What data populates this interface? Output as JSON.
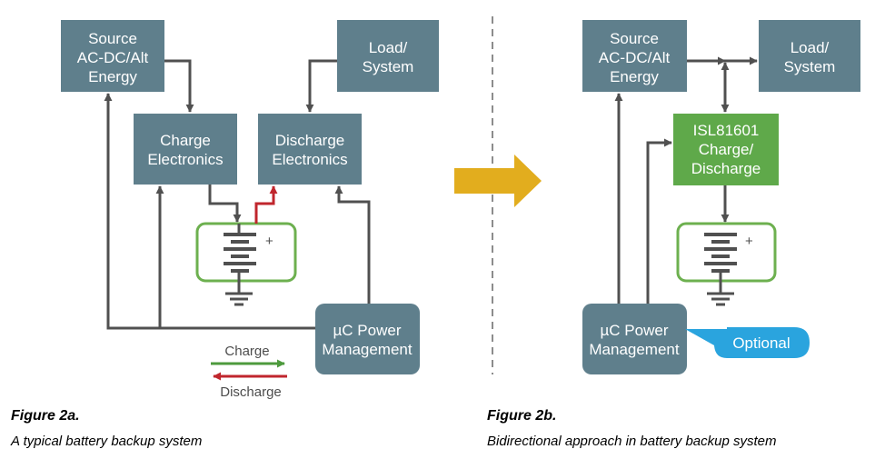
{
  "figure_a": {
    "source_box": [
      "Source",
      "AC-DC/Alt",
      "Energy"
    ],
    "load_box": [
      "Load/",
      "System"
    ],
    "charge_box": [
      "Charge",
      "Electronics"
    ],
    "discharge_box": [
      "Discharge",
      "Electronics"
    ],
    "power_box": [
      "µC Power",
      "Management"
    ],
    "battery_plus": "+",
    "legend": {
      "charge": "Charge",
      "discharge": "Discharge"
    },
    "caption_title": "Figure 2a.",
    "caption_text": "A typical battery backup system"
  },
  "figure_b": {
    "source_box": [
      "Source",
      "AC-DC/Alt",
      "Energy"
    ],
    "load_box": [
      "Load/",
      "System"
    ],
    "isl_box": [
      "ISL81601",
      "Charge/",
      "Discharge"
    ],
    "power_box": [
      "µC Power",
      "Management"
    ],
    "optional_label": "Optional",
    "battery_plus": "+",
    "caption_title": "Figure 2b.",
    "caption_text": "Bidirectional approach in battery backup system"
  },
  "colors": {
    "box": "#5f7f8c",
    "arrow": "#505050",
    "green_box": "#5fa94a",
    "battery_outline": "#6db04f",
    "charge_arrow": "#4d9a3d",
    "discharge_arrow": "#c0262d",
    "big_arrow": "#e2ad1e",
    "optional_bubble": "#2aa4de",
    "divider": "#8c8c8c"
  }
}
